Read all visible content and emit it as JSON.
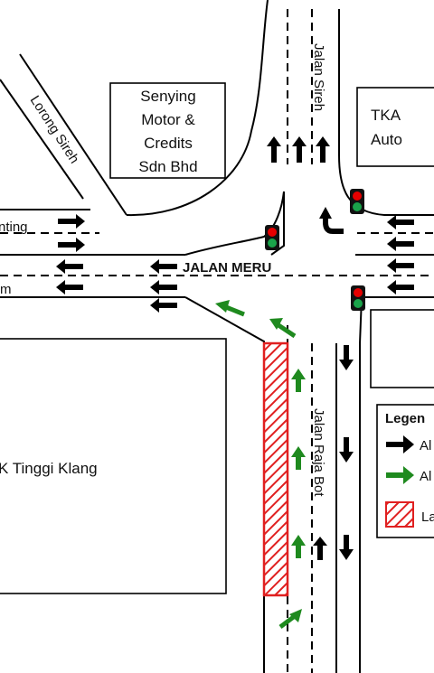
{
  "map": {
    "roads": {
      "jalan_meru": "JALAN MERU",
      "jalan_sireh": "Jalan Sireh",
      "lorong_sireh": "Lorong Sireh",
      "jalan_raja_bot": "Jalan Raja Bot",
      "west_road_upper": "nting",
      "west_road_lower": "m"
    },
    "buildings": {
      "senying": [
        "Senying",
        "Motor &",
        "Credits",
        "Sdn Bhd"
      ],
      "tka": [
        "TKA",
        "Auto"
      ],
      "south_west": "K Tinggi Klang"
    },
    "legend": {
      "title": "Legen",
      "items": [
        {
          "label": "Al",
          "color": "#000000",
          "icon": "black-arrow-icon"
        },
        {
          "label": "Al",
          "color": "#1f8a1f",
          "icon": "green-arrow-icon"
        },
        {
          "label": "La",
          "color": "#e02020",
          "icon": "hatched-lane-icon"
        }
      ]
    },
    "colors": {
      "traffic_arrow": "#000000",
      "proposed_arrow": "#1f8a1f",
      "lane_hatch": "#e02020",
      "signal_red": "#e60000",
      "signal_green": "#1aa34a"
    }
  }
}
